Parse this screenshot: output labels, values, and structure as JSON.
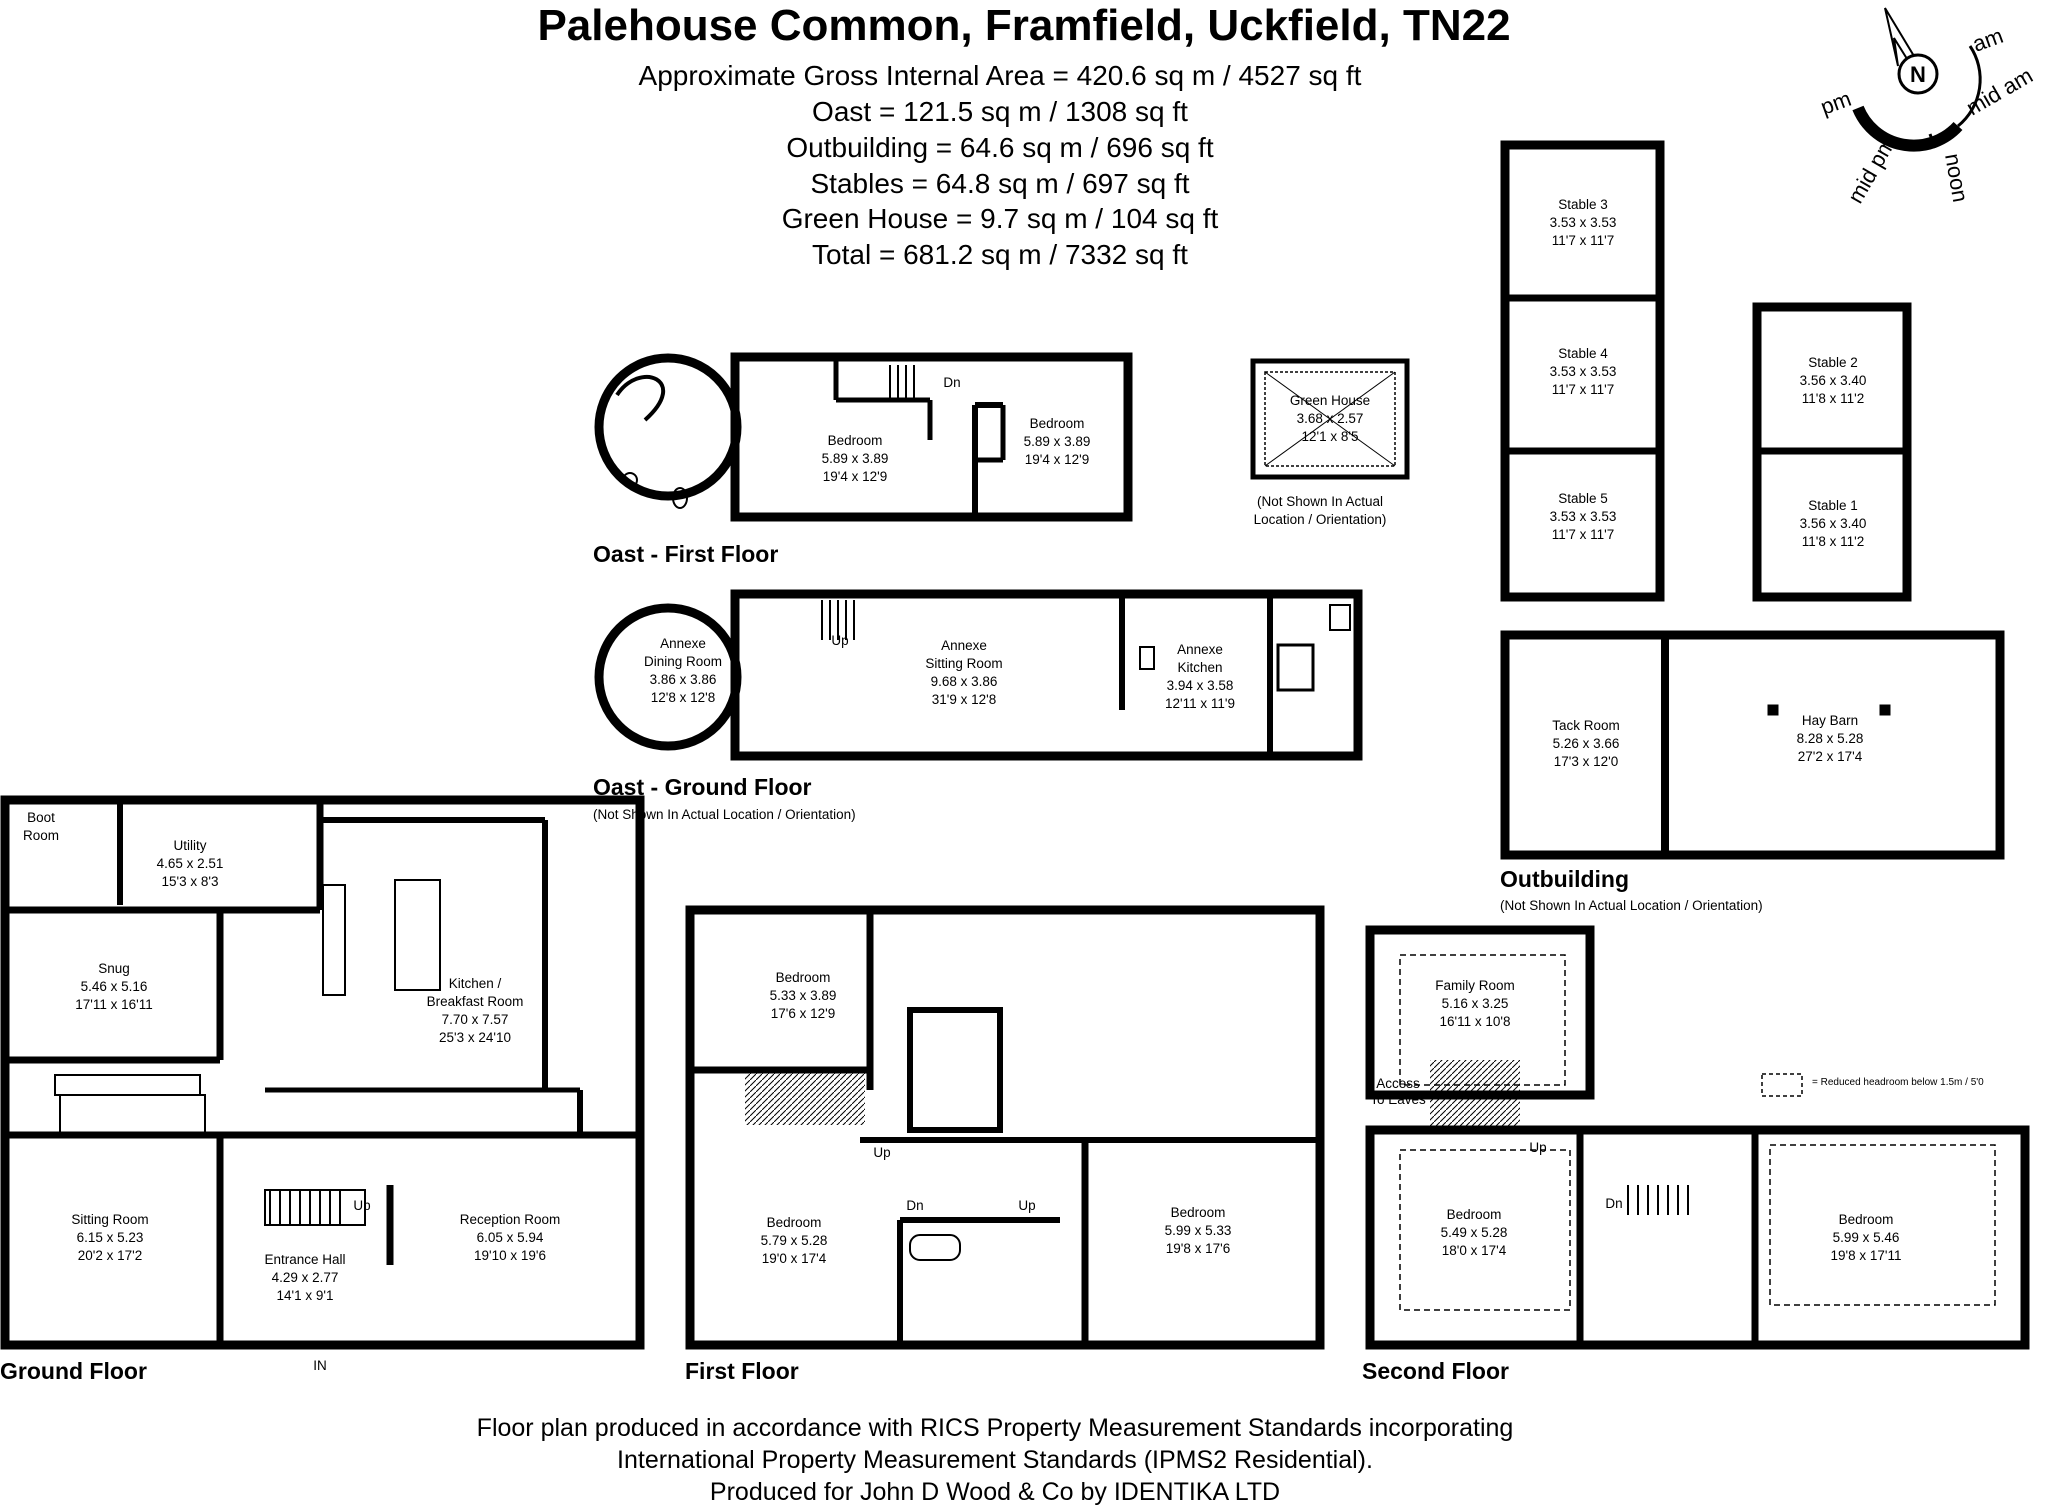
{
  "header": {
    "title": "Palehouse Common, Framfield, Uckfield, TN22",
    "areas": [
      "Approximate Gross Internal Area = 420.6 sq m / 4527 sq ft",
      "Oast = 121.5 sq m / 1308 sq ft",
      "Outbuilding = 64.6 sq m / 696 sq ft",
      "Stables = 64.8 sq m / 697 sq ft",
      "Green House = 9.7 sq m / 104 sq ft",
      "Total = 681.2 sq m / 7332 sq ft"
    ]
  },
  "compass": {
    "north": "N",
    "am": "am",
    "mid_am": "mid am",
    "noon": "noon",
    "mid_pm": "mid pm",
    "pm": "pm"
  },
  "floor_labels": {
    "oast_first": "Oast - First Floor",
    "oast_ground": "Oast - Ground Floor",
    "outbuilding": "Outbuilding",
    "ground": "Ground Floor",
    "first": "First Floor",
    "second": "Second Floor"
  },
  "notes": {
    "green_house": [
      "(Not Shown In Actual",
      "Location / Orientation)"
    ],
    "oast_ground": "(Not Shown In Actual Location / Orientation)",
    "outbuilding": "(Not Shown In Actual Location / Orientation)",
    "headroom": "= Reduced headroom below 1.5m / 5'0"
  },
  "stair_labels": {
    "dn": "Dn",
    "up": "Up",
    "in": "IN"
  },
  "rooms": {
    "oast_ff_bed1": [
      "Bedroom",
      "5.89 x 3.89",
      "19'4 x 12'9"
    ],
    "oast_ff_bed2": [
      "Bedroom",
      "5.89 x 3.89",
      "19'4 x 12'9"
    ],
    "green_house": [
      "Green House",
      "3.68 x 2.57",
      "12'1 x 8'5"
    ],
    "annexe_dining": [
      "Annexe",
      "Dining Room",
      "3.86 x 3.86",
      "12'8 x 12'8"
    ],
    "annexe_sitting": [
      "Annexe",
      "Sitting Room",
      "9.68 x 3.86",
      "31'9 x 12'8"
    ],
    "annexe_kitchen": [
      "Annexe",
      "Kitchen",
      "3.94 x 3.58",
      "12'11 x 11'9"
    ],
    "stable3": [
      "Stable 3",
      "3.53 x 3.53",
      "11'7 x 11'7"
    ],
    "stable4": [
      "Stable 4",
      "3.53 x 3.53",
      "11'7 x 11'7"
    ],
    "stable5": [
      "Stable 5",
      "3.53 x 3.53",
      "11'7 x 11'7"
    ],
    "stable2": [
      "Stable 2",
      "3.56 x 3.40",
      "11'8 x 11'2"
    ],
    "stable1": [
      "Stable 1",
      "3.56 x 3.40",
      "11'8 x 11'2"
    ],
    "tack_room": [
      "Tack Room",
      "5.26 x 3.66",
      "17'3 x 12'0"
    ],
    "hay_barn": [
      "Hay Barn",
      "8.28 x 5.28",
      "27'2 x 17'4"
    ],
    "boot_room": [
      "Boot",
      "Room"
    ],
    "utility": [
      "Utility",
      "4.65 x 2.51",
      "15'3 x 8'3"
    ],
    "snug": [
      "Snug",
      "5.46 x 5.16",
      "17'11 x 16'11"
    ],
    "kitchen": [
      "Kitchen /",
      "Breakfast Room",
      "7.70 x 7.57",
      "25'3 x 24'10"
    ],
    "sitting_room": [
      "Sitting Room",
      "6.15 x 5.23",
      "20'2 x 17'2"
    ],
    "entrance_hall": [
      "Entrance Hall",
      "4.29 x 2.77",
      "14'1 x 9'1"
    ],
    "reception_room": [
      "Reception Room",
      "6.05 x 5.94",
      "19'10 x 19'6"
    ],
    "ff_bed1": [
      "Bedroom",
      "5.33 x 3.89",
      "17'6 x 12'9"
    ],
    "ff_bed2": [
      "Bedroom",
      "5.79 x 5.28",
      "19'0 x 17'4"
    ],
    "ff_bed3": [
      "Bedroom",
      "5.99 x 5.33",
      "19'8 x 17'6"
    ],
    "family_room": [
      "Family Room",
      "5.16 x 3.25",
      "16'11 x 10'8"
    ],
    "access_eaves": [
      "Access",
      "To Eaves"
    ],
    "sf_bed1": [
      "Bedroom",
      "5.49 x 5.28",
      "18'0 x 17'4"
    ],
    "sf_bed2": [
      "Bedroom",
      "5.99 x 5.46",
      "19'8 x 17'11"
    ]
  },
  "footer": [
    "Floor plan produced in accordance with RICS Property Measurement Standards incorporating",
    "International Property Measurement Standards (IPMS2 Residential).",
    "Produced for John D Wood & Co by IDENTIKA LTD"
  ]
}
